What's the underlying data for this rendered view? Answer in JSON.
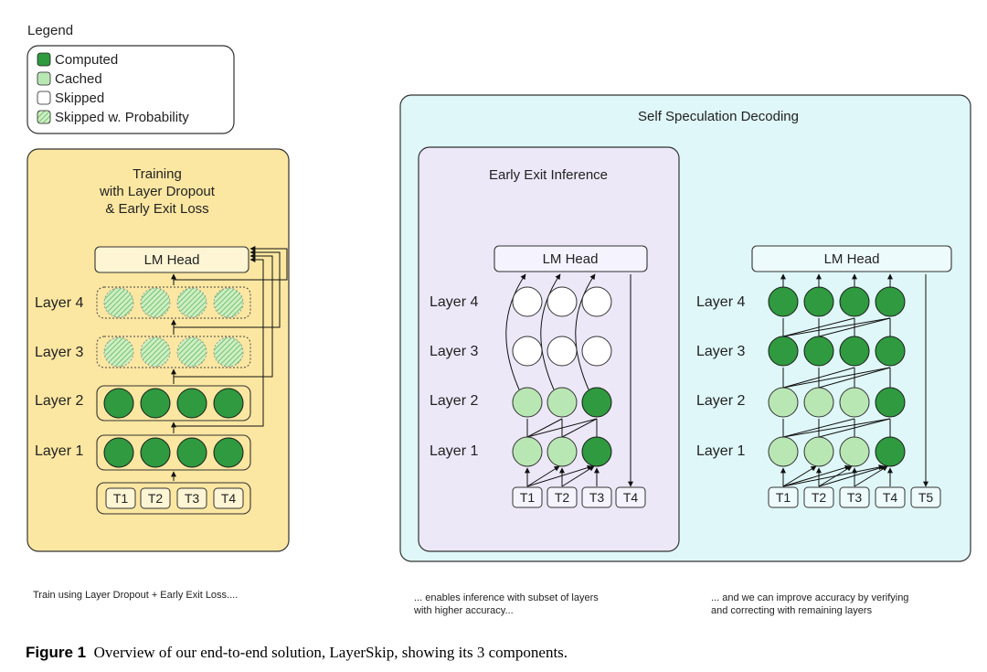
{
  "legend": {
    "title": "Legend",
    "items": [
      "Computed",
      "Cached",
      "Skipped",
      "Skipped w. Probability"
    ]
  },
  "training": {
    "title": [
      "Training",
      "with Layer Dropout",
      "& Early Exit Loss"
    ],
    "lm_head": "LM Head",
    "layers": [
      "Layer 4",
      "Layer 3",
      "Layer 2",
      "Layer 1"
    ],
    "tokens": [
      "T1",
      "T2",
      "T3",
      "T4"
    ],
    "note": "Train using Layer Dropout + Early Exit Loss...."
  },
  "self_spec": {
    "title": "Self Speculation Decoding",
    "early_exit": {
      "title": "Early Exit Inference",
      "lm_head": "LM Head",
      "layers": [
        "Layer 4",
        "Layer 3",
        "Layer 2",
        "Layer 1"
      ],
      "tokens": [
        "T1",
        "T2",
        "T3",
        "T4"
      ],
      "note": [
        "... enables inference with subset of layers",
        "with higher accuracy..."
      ]
    },
    "verify": {
      "lm_head": "LM Head",
      "layers": [
        "Layer 4",
        "Layer 3",
        "Layer 2",
        "Layer 1"
      ],
      "tokens": [
        "T1",
        "T2",
        "T3",
        "T4",
        "T5"
      ],
      "note": [
        "... and we can improve accuracy by verifying",
        "and correcting with remaining layers"
      ]
    }
  },
  "caption": {
    "label": "Figure 1",
    "text": "Overview of our end-to-end solution, LayerSkip, showing its 3 components."
  },
  "colors": {
    "computed": "#2f9a3f",
    "cached": "#b9e7b4",
    "skipped": "#ffffff",
    "training_bg": "#fce7a2",
    "self_spec_bg": "#dff7f8",
    "early_exit_bg": "#ece8f8"
  }
}
